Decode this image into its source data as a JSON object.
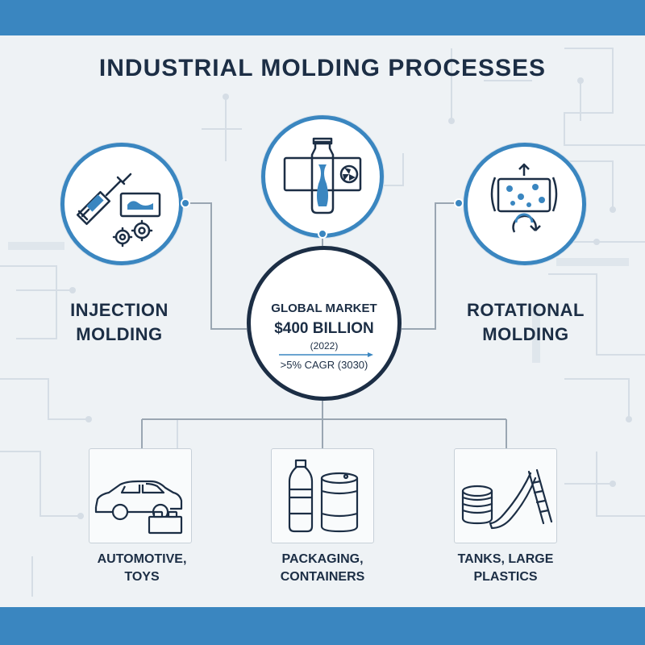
{
  "title": "INDUSTRIAL MOLDING PROCESSES",
  "processes": {
    "injection": {
      "line1": "INJECTION",
      "line2": "MOLDING",
      "icon": "syringe-mold-gears-icon"
    },
    "blow": {
      "icon": "bottle-mold-fan-icon"
    },
    "rotational": {
      "line1": "ROTATIONAL",
      "line2": "MOLDING",
      "icon": "rotating-mold-icon"
    }
  },
  "market": {
    "label": "GLOBAL MARKET",
    "value": "$400 BILLION",
    "year": "(2022)",
    "growth": ">5% CAGR (3030)"
  },
  "applications": [
    {
      "line1": "AUTOMOTIVE,",
      "line2": "TOYS",
      "icon": "car-and-toy-brick-icon"
    },
    {
      "line1": "PACKAGING,",
      "line2": "CONTAINERS",
      "icon": "bottle-and-drum-icon"
    },
    {
      "line1": "TANKS, LARGE",
      "line2": "PLASTICS",
      "icon": "tank-and-slide-icon"
    }
  ],
  "colors": {
    "accent": "#3a86c0",
    "dark": "#1c2e45",
    "background": "#eef2f5",
    "line": "#9aa6b2"
  }
}
